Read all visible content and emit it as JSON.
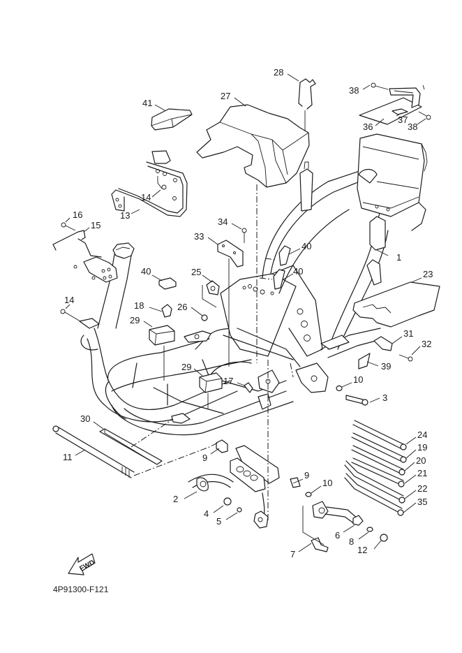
{
  "diagram": {
    "code": "4P91300-F121",
    "fwd_label": "FWD",
    "colors": {
      "line": "#1a1a1a",
      "background": "#ffffff"
    },
    "callouts": [
      {
        "id": "1",
        "text": "1"
      },
      {
        "id": "2",
        "text": "2"
      },
      {
        "id": "3",
        "text": "3"
      },
      {
        "id": "4",
        "text": "4"
      },
      {
        "id": "5",
        "text": "5"
      },
      {
        "id": "6",
        "text": "6"
      },
      {
        "id": "7",
        "text": "7"
      },
      {
        "id": "8",
        "text": "8"
      },
      {
        "id": "9a",
        "text": "9"
      },
      {
        "id": "9b",
        "text": "9"
      },
      {
        "id": "10a",
        "text": "10"
      },
      {
        "id": "10b",
        "text": "10"
      },
      {
        "id": "11",
        "text": "11"
      },
      {
        "id": "12",
        "text": "12"
      },
      {
        "id": "13",
        "text": "13"
      },
      {
        "id": "14a",
        "text": "14"
      },
      {
        "id": "14b",
        "text": "14"
      },
      {
        "id": "15",
        "text": "15"
      },
      {
        "id": "16",
        "text": "16"
      },
      {
        "id": "17",
        "text": "17"
      },
      {
        "id": "18",
        "text": "18"
      },
      {
        "id": "19",
        "text": "19"
      },
      {
        "id": "20",
        "text": "20"
      },
      {
        "id": "21",
        "text": "21"
      },
      {
        "id": "22",
        "text": "22"
      },
      {
        "id": "23",
        "text": "23"
      },
      {
        "id": "24",
        "text": "24"
      },
      {
        "id": "25",
        "text": "25"
      },
      {
        "id": "26",
        "text": "26"
      },
      {
        "id": "27",
        "text": "27"
      },
      {
        "id": "28",
        "text": "28"
      },
      {
        "id": "29a",
        "text": "29"
      },
      {
        "id": "29b",
        "text": "29"
      },
      {
        "id": "30",
        "text": "30"
      },
      {
        "id": "31",
        "text": "31"
      },
      {
        "id": "32",
        "text": "32"
      },
      {
        "id": "33",
        "text": "33"
      },
      {
        "id": "34",
        "text": "34"
      },
      {
        "id": "35",
        "text": "35"
      },
      {
        "id": "36",
        "text": "36"
      },
      {
        "id": "37",
        "text": "37"
      },
      {
        "id": "38a",
        "text": "38"
      },
      {
        "id": "38b",
        "text": "38"
      },
      {
        "id": "39",
        "text": "39"
      },
      {
        "id": "40a",
        "text": "40"
      },
      {
        "id": "40b",
        "text": "40"
      },
      {
        "id": "40c",
        "text": "40"
      },
      {
        "id": "41",
        "text": "41"
      }
    ]
  }
}
